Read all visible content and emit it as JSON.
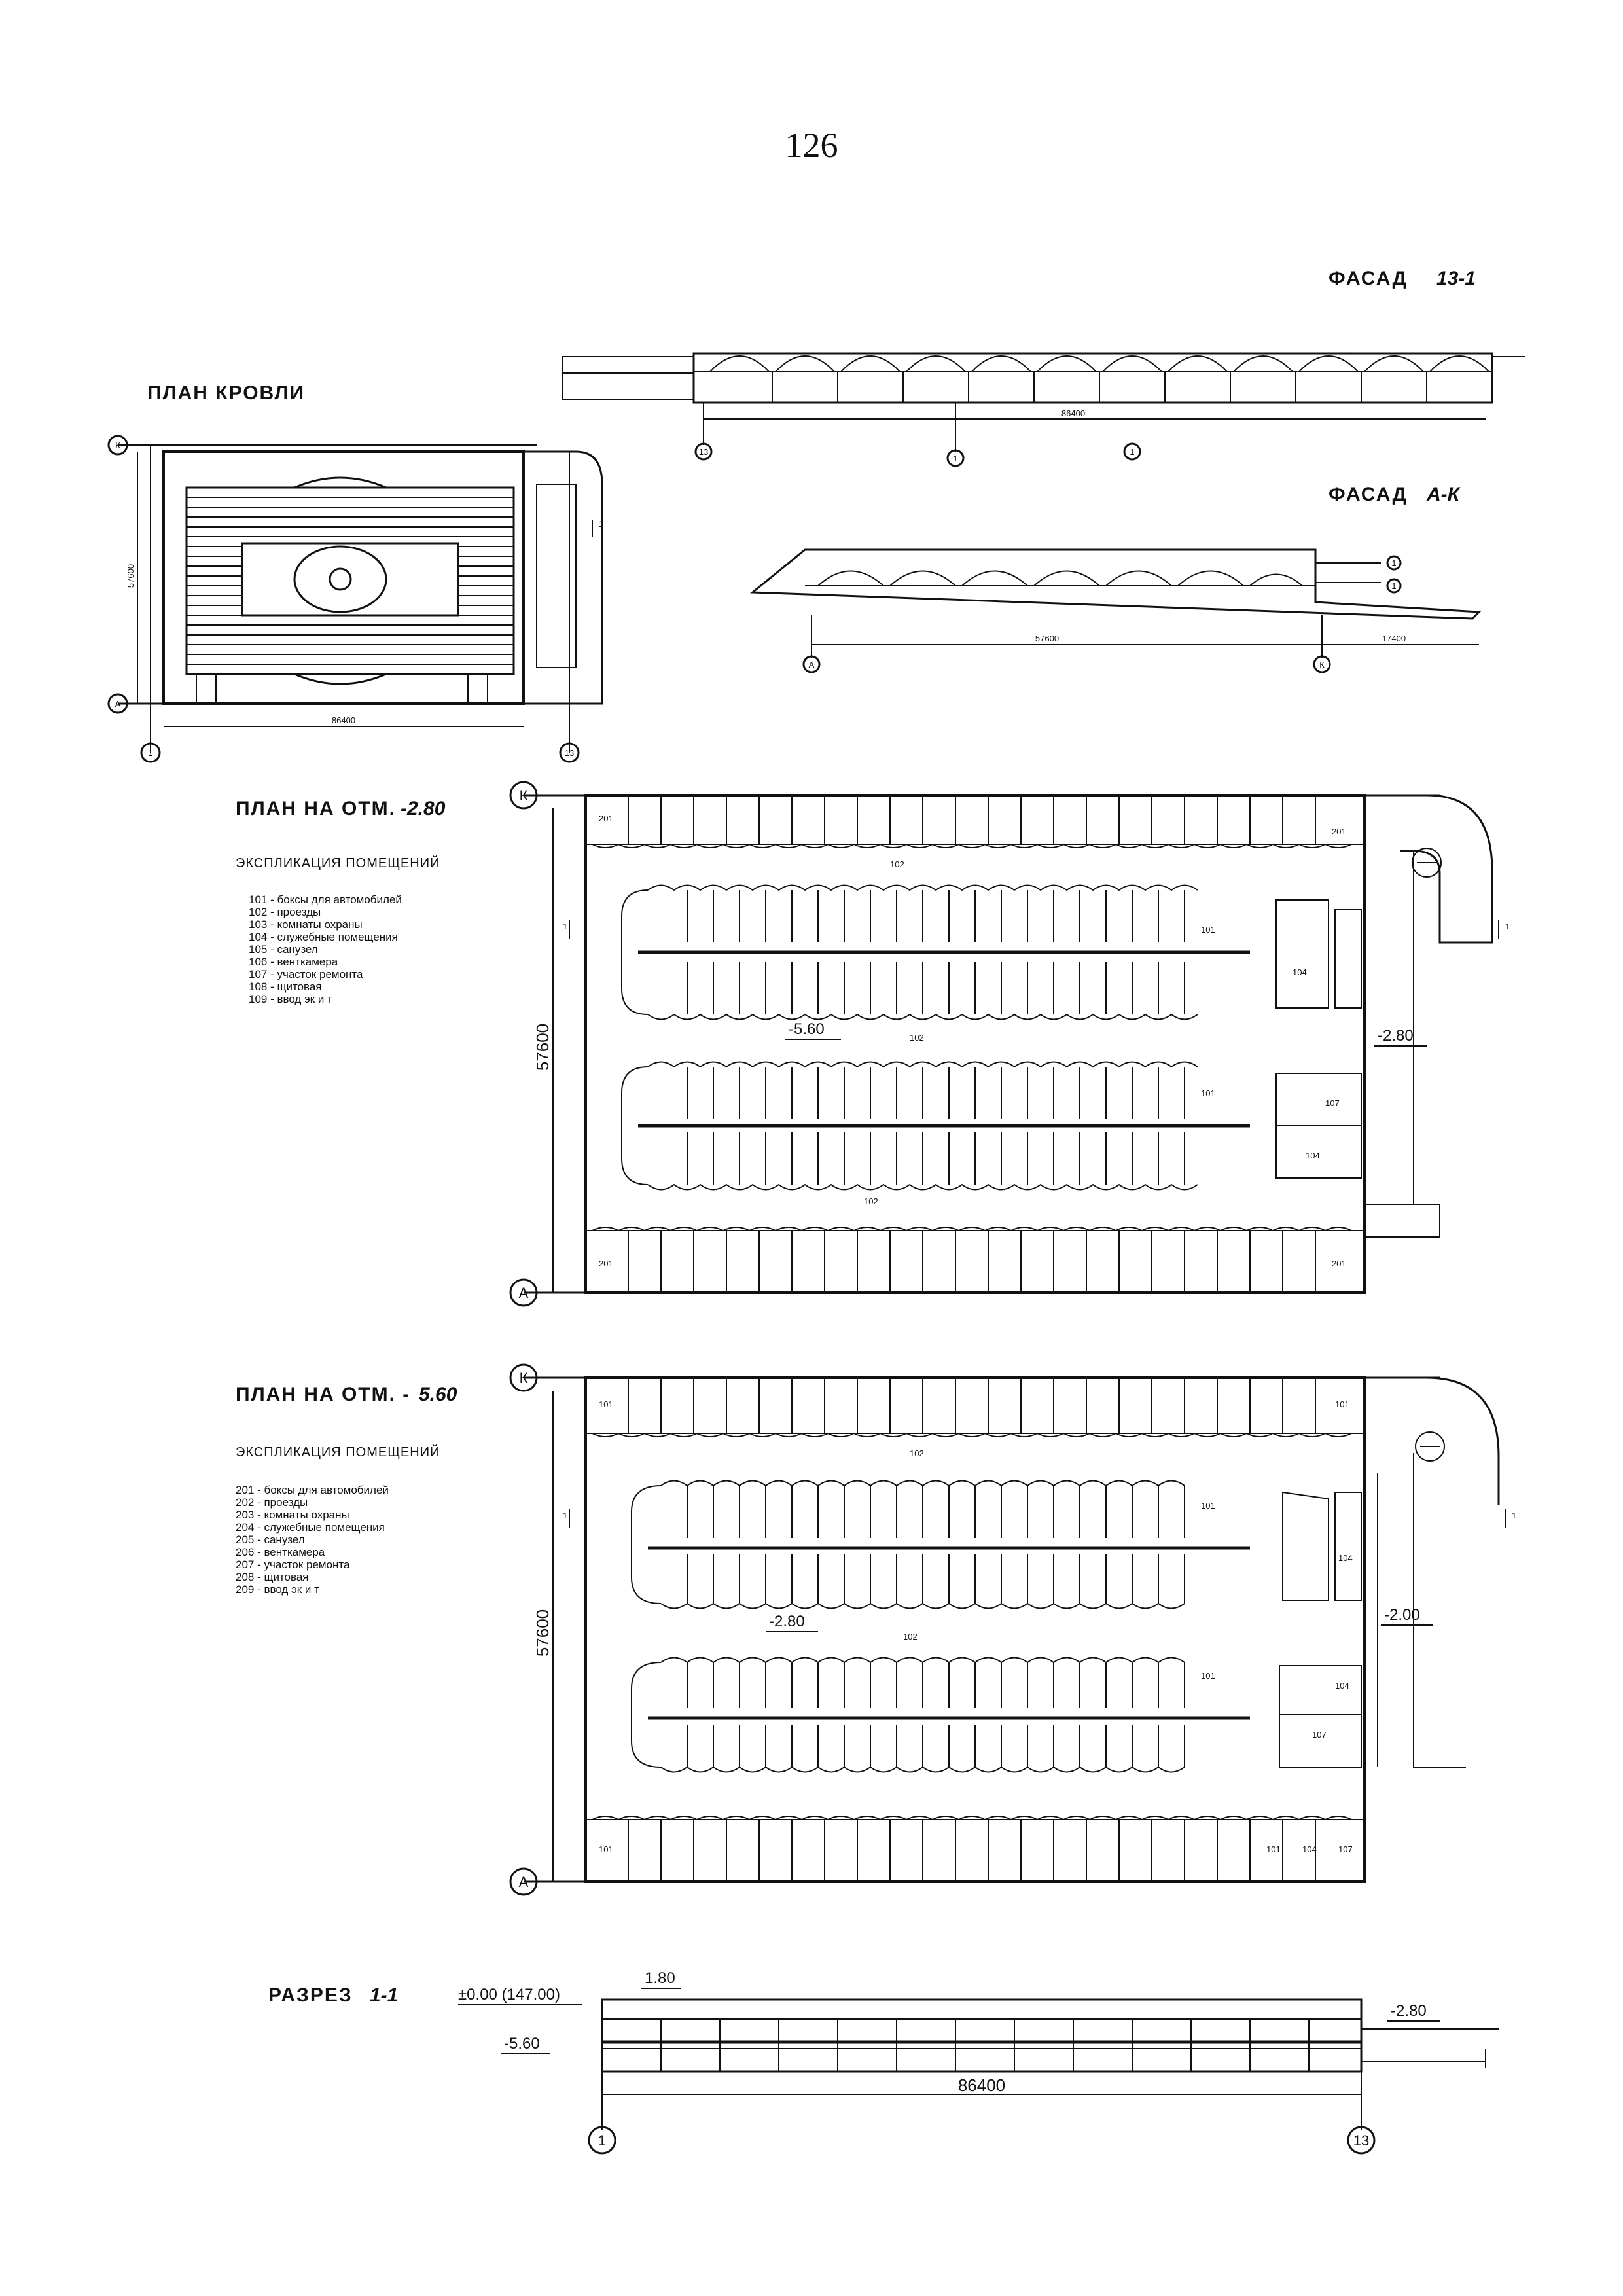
{
  "page_number": "126",
  "roof_plan": {
    "title": "ПЛАН КРОВЛИ",
    "dim_vertical": "57600",
    "dim_horizontal": "86400",
    "cut_mark": "1",
    "axes": {
      "top": "К",
      "bottom": "А",
      "left": "1",
      "right": "13"
    }
  },
  "facade_13_1": {
    "title": "ФАСАД",
    "title_suffix": "13-1",
    "dim": "86400",
    "axes": {
      "left": "13",
      "a": "1",
      "b": "1"
    }
  },
  "facade_a_k": {
    "title": "ФАСАД",
    "title_suffix": "А-К",
    "dim1": "57600",
    "dim2": "17400",
    "axes": {
      "left": "А",
      "mid": "К",
      "r1": "1",
      "r2": "1"
    }
  },
  "plan_upper": {
    "title": "ПЛАН НА ОТМ.",
    "title_suffix": "-2.80",
    "legend_title": "ЭКСПЛИКАЦИЯ ПОМЕЩЕНИЙ",
    "legend": [
      "101 - боксы для автомобилей",
      "102 - проезды",
      "103 - комнаты охраны",
      "104 - служебные помещения",
      "105 - санузел",
      "106 - венткамера",
      "107 - участок ремонта",
      "108 - щитовая",
      "109 - ввод эк и т"
    ],
    "dim_vertical": "57600",
    "level_mark": "-5.60",
    "level_mark_right": "-2.80",
    "cut_mark": "1",
    "room_labels": [
      "201",
      "201",
      "102",
      "101",
      "104",
      "102",
      "101",
      "107",
      "104",
      "102",
      "201",
      "201"
    ],
    "axes": {
      "top": "К",
      "bottom": "А"
    }
  },
  "plan_lower": {
    "title": "ПЛАН НА ОТМ. -",
    "title_suffix": "5.60",
    "legend_title": "ЭКСПЛИКАЦИЯ ПОМЕЩЕНИЙ",
    "legend": [
      "201 - боксы для автомобилей",
      "202 - проезды",
      "203 - комнаты охраны",
      "204 - служебные помещения",
      "205 - санузел",
      "206 - венткамера",
      "207 - участок ремонта",
      "208 - щитовая",
      "209 - ввод эк и т"
    ],
    "dim_vertical": "57600",
    "level_mark": "-2.80",
    "level_mark_right": "-2.00",
    "cut_mark": "1",
    "room_labels": [
      "101",
      "101",
      "102",
      "101",
      "104",
      "102",
      "101",
      "104",
      "107",
      "101",
      "101",
      "104",
      "107"
    ],
    "axes": {
      "top": "К",
      "bottom": "А"
    }
  },
  "section": {
    "title": "РАЗРЕЗ",
    "title_suffix": "1-1",
    "level_top": "±0.00 (147.00)",
    "dim_small": "1.80",
    "level_right": "-2.80",
    "level_bottom": "-5.60",
    "dim": "86400",
    "axes": {
      "left": "1",
      "right": "13"
    }
  }
}
